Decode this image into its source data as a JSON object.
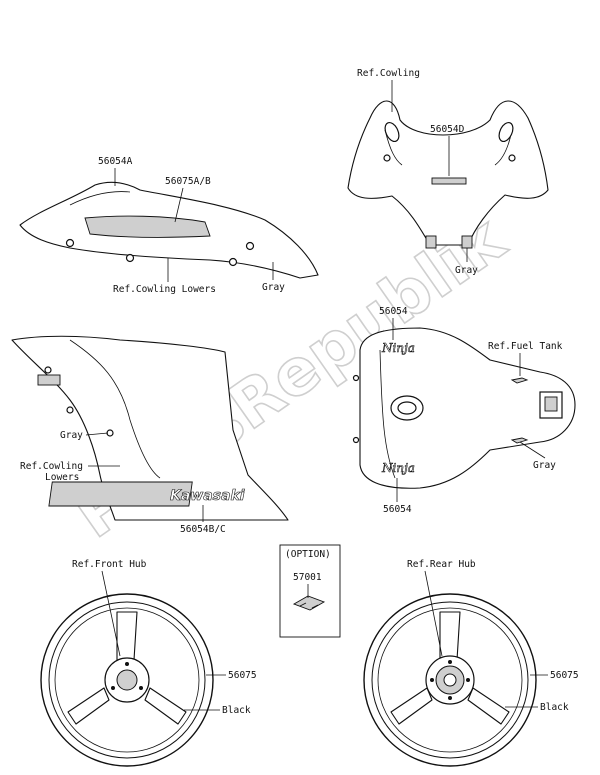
{
  "watermark": "PartsRepublik",
  "labels": {
    "ref_cowling": "Ref.Cowling",
    "p56054d": "56054D",
    "gray_front": "Gray",
    "p56054a": "56054A",
    "p56075ab": "56075A/B",
    "ref_cowling_lowers_top": "Ref.Cowling Lowers",
    "gray_side": "Gray",
    "p56054_tank_top": "56054",
    "ref_fuel_tank": "Ref.Fuel Tank",
    "gray_tank": "Gray",
    "p56054_tank_bottom": "56054",
    "gray_lower": "Gray",
    "ref_cowling_lowers_mid_1": "Ref.Cowling",
    "ref_cowling_lowers_mid_2": "Lowers",
    "p56054bc": "56054B/C",
    "option_header": "(OPTION)",
    "p57001": "57001",
    "ref_front_hub": "Ref.Front Hub",
    "p56075_front": "56075",
    "black_front": "Black",
    "ref_rear_hub": "Ref.Rear Hub",
    "p56075_rear": "56075",
    "black_rear": "Black"
  },
  "decals": {
    "kawasaki": "Kawasaki",
    "ninja_top": "Ninja",
    "ninja_bottom": "Ninja"
  }
}
